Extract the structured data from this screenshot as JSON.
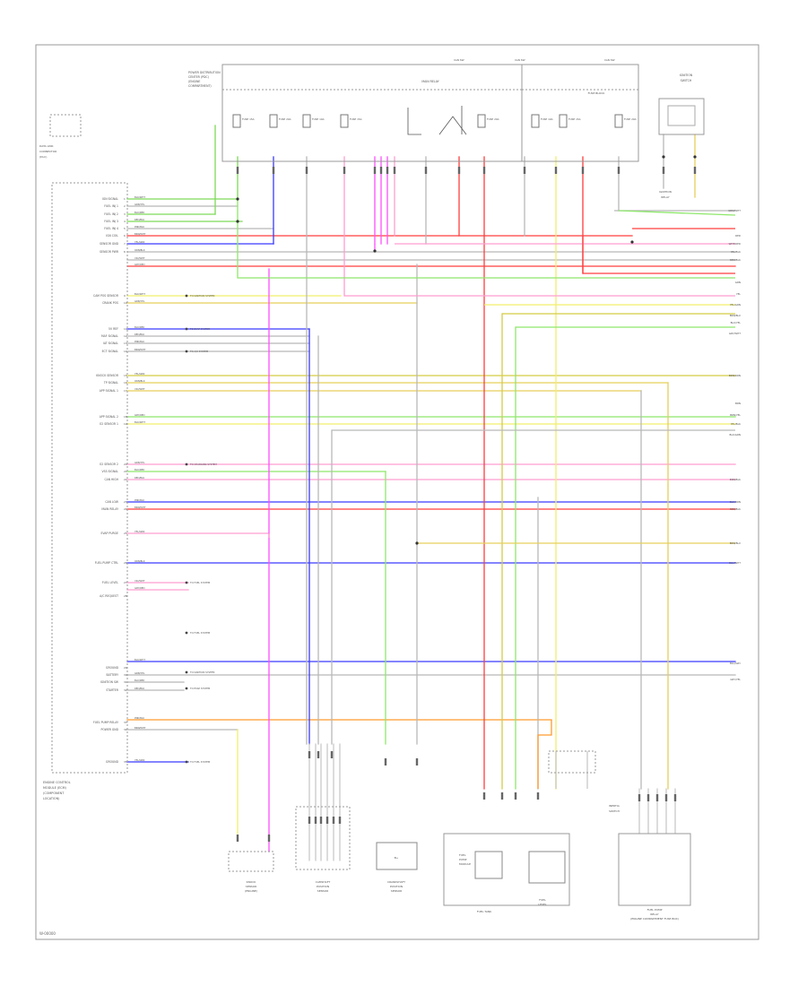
{
  "diagram": {
    "footer_code": "W-00000",
    "left_pin_labels": [
      "IGN SIGNAL",
      "FUEL INJ 1",
      "FUEL INJ 2",
      "FUEL INJ 3",
      "FUEL INJ 4",
      "IGN COIL",
      "SENSOR GND",
      "SENSOR PWR",
      "CAM POS SENSOR",
      "CRANK POS",
      "5V REF",
      "MAF SIGNAL",
      "IAT SIGNAL",
      "ECT SIGNAL",
      "KNOCK SENSOR",
      "TP SIGNAL",
      "APP SIGNAL 1",
      "APP SIGNAL 2",
      "O2 SENSOR 1",
      "O2 SENSOR 2",
      "VSS SIGNAL",
      "CAN HIGH",
      "CAN LOW",
      "MAIN RELAY",
      "EVAP PURGE",
      "FUEL PUMP CTRL",
      "FUEL LEVEL",
      "A/C REQUEST",
      "GROUND",
      "BATTERY",
      "IGNITION SW",
      "STARTER",
      "FUEL PUMP RELAY",
      "POWER GND",
      "GROUND"
    ],
    "wire_colors": [
      "BLK/WHT",
      "GRN/YEL",
      "BLU/RED",
      "RED/BLK",
      "PNK/BLU",
      "BRN/WHT",
      "YEL/GRN",
      "ORN/BLK",
      "VIO/WHT",
      "GRY/RED"
    ],
    "component_labels": {
      "ecm": [
        "ENGINE CONTROL",
        "MODULE (ECM)",
        "(COMPONENT",
        "LOCATION)"
      ],
      "fuse_box": [
        "POWER DISTRIBUTION",
        "CENTER (PDC)",
        "(ENGINE",
        "COMPARTMENT)"
      ],
      "top_left": [
        "DATA LINK",
        "CONNECTOR",
        "(DLC)"
      ],
      "relay": [
        "MAIN RELAY"
      ],
      "right_top": [
        "IGNITION",
        "SWITCH"
      ],
      "ign_sub": [
        "IGNITION",
        "RELAY"
      ],
      "fuse_ratings": [
        "FUSE 15A",
        "FUSE 20A",
        "FUSE 10A"
      ],
      "bottom": [
        [
          "KNOCK",
          "SENSOR",
          "(ENGINE)"
        ],
        [
          "CAMSHAFT",
          "POSITION",
          "SENSOR"
        ],
        [
          "CRANKSHAFT",
          "POSITION",
          "SENSOR"
        ],
        [
          "FUEL",
          "PUMP",
          "MODULE"
        ],
        [
          "FUEL",
          "TANK"
        ],
        [
          "FUEL PUMP",
          "RELAY",
          "(ENGINE COMPARTMENT FUSE BOX)"
        ]
      ],
      "fuel_tank_labels": [
        "FUEL TANK",
        "FUEL",
        "LEVEL"
      ],
      "mid_right": [
        "INERTIA",
        "SWITCH"
      ],
      "side_notes": [
        "TO IGNITION SYSTEM",
        "TO EVAP SYSTEM",
        "TO A/C SYSTEM",
        "TO CHARGING SYSTEM",
        "TO FUEL SYSTEM"
      ]
    }
  }
}
